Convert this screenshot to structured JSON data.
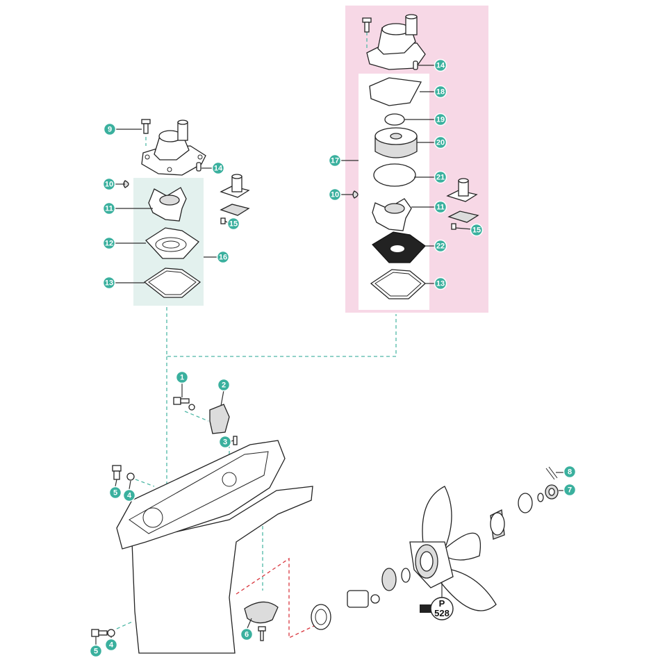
{
  "colors": {
    "callout": "#3ab09e",
    "panel_kit_small": "#e3f1ee",
    "panel_kit_large": "#f7d8e6",
    "teal_leader": "#4fb8a6",
    "red_leader": "#d9363e"
  },
  "callouts": [
    {
      "id": "c9",
      "label": "9"
    },
    {
      "id": "c14a",
      "label": "14"
    },
    {
      "id": "c10a",
      "label": "10"
    },
    {
      "id": "c11a",
      "label": "11"
    },
    {
      "id": "c12",
      "label": "12"
    },
    {
      "id": "c13a",
      "label": "13"
    },
    {
      "id": "c16",
      "label": "16"
    },
    {
      "id": "c15a",
      "label": "15"
    },
    {
      "id": "c14b",
      "label": "14"
    },
    {
      "id": "c18",
      "label": "18"
    },
    {
      "id": "c19",
      "label": "19"
    },
    {
      "id": "c20",
      "label": "20"
    },
    {
      "id": "c17",
      "label": "17"
    },
    {
      "id": "c21",
      "label": "21"
    },
    {
      "id": "c10b",
      "label": "10"
    },
    {
      "id": "c11b",
      "label": "11"
    },
    {
      "id": "c15b",
      "label": "15"
    },
    {
      "id": "c22",
      "label": "22"
    },
    {
      "id": "c13b",
      "label": "13"
    },
    {
      "id": "c1",
      "label": "1"
    },
    {
      "id": "c2",
      "label": "2"
    },
    {
      "id": "c3",
      "label": "3"
    },
    {
      "id": "c5a",
      "label": "5"
    },
    {
      "id": "c4a",
      "label": "4"
    },
    {
      "id": "c8",
      "label": "8"
    },
    {
      "id": "c7",
      "label": "7"
    },
    {
      "id": "c6",
      "label": "6"
    },
    {
      "id": "c5b",
      "label": "5"
    },
    {
      "id": "c4b",
      "label": "4"
    }
  ],
  "prop_badge": {
    "line1": "P",
    "line2": "528"
  }
}
